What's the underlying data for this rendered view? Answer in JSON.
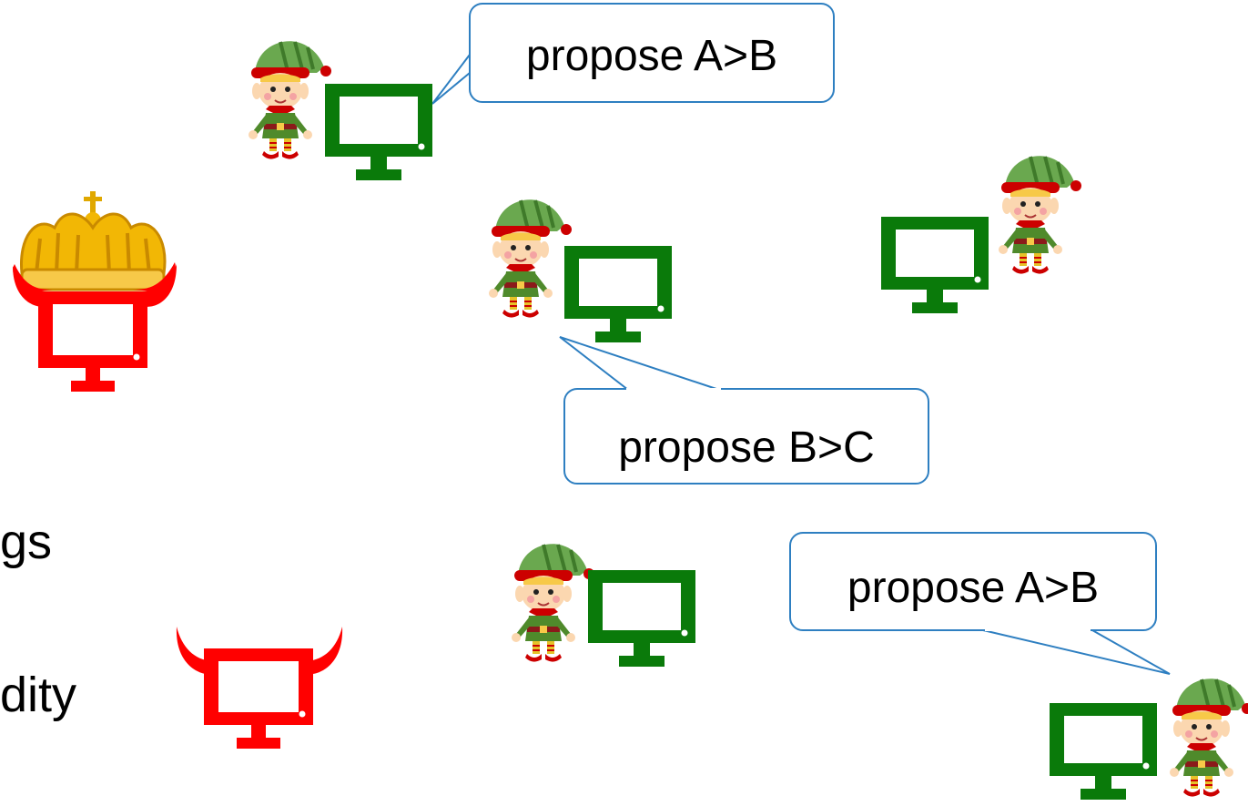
{
  "left_text": {
    "line1": "gs",
    "line2": "dity"
  },
  "bubbles": [
    {
      "text": "propose A>B"
    },
    {
      "text": "propose B>C"
    },
    {
      "text": "propose A>B"
    }
  ],
  "colors": {
    "honest_monitor": "#0a7a0a",
    "malicious_monitor": "#ff0000",
    "bubble_border": "#2e7fc1",
    "crown_gold": "#f2b705"
  }
}
